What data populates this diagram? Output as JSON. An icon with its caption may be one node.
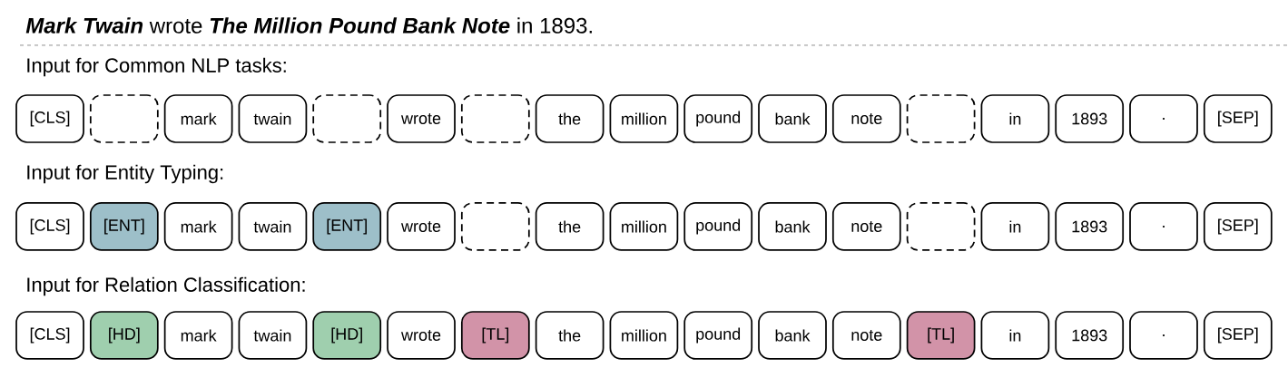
{
  "diagram": {
    "title": "**Mark Twain** wrote **The Million Pound Bank Note** in 1893.",
    "nodes": [
      {
        "text": [
          "[CLS]"
        ]
      },
      {
        "text": [],
        "shape": "box"
      },
      {
        "text": [
          "mark"
        ]
      },
      {
        "text": [
          "twain"
        ]
      },
      {
        "text": [],
        "shape": "box"
      },
      {
        "text": [
          "wrote"
        ]
      },
      {
        "text": [],
        "shape": "box"
      },
      {
        "text": [
          "the"
        ]
      },
      {
        "text": [
          "million"
        ]
      },
      {
        "text": [
          "pound"
        ]
      },
      {
        "text": [
          "bank"
        ]
      },
      {
        "text": [
          "note"
        ]
      },
      {
        "text": [],
        "shape": "box"
      },
      {
        "text": [
          "in"
        ]
      },
      {
        "text": [
          "1893"
        ]
      },
      {
        "text": [
          "."
        ]
      },
      {
        "text": [
          "[SEP]"
        ]
      },
      {
        "text": [
          "[CLS]"
        ]
      },
      {
        "text": [
          "[ENT]"
        ]
      },
      {
        "text": [
          "mark"
        ]
      },
      {
        "text": [
          "twain"
        ]
      },
      {
        "text": [
          "[ENT]"
        ]
      },
      {
        "text": [
          "wrote"
        ]
      },
      {
        "text": [],
        "shape": "box"
      },
      {
        "text": [
          "the"
        ]
      },
      {
        "text": [
          "million"
        ]
      },
      {
        "text": [
          "pound"
        ]
      },
      {
        "text": [
          "bank"
        ]
      },
      {
        "text": [
          "note"
        ]
      },
      {
        "text": [],
        "shape": "box"
      },
      {
        "text": [
          "in"
        ]
      },
      {
        "text": [
          "1893"
        ]
      },
      {
        "text": [
          "."
        ]
      },
      {
        "text": [
          "[SEP]"
        ]
      },
      {
        "text": [
          "[CLS]"
        ]
      },
      {
        "text": [
          "[HD]"
        ]
      },
      {
        "text": [
          "mark"
        ]
      },
      {
        "text": [
          "twain"
        ]
      },
      {
        "text": [
          "[HD]"
        ]
      },
      {
        "text": [
          "wrote"
        ]
      },
      {
        "text": [
          "[TL]"
        ]
      },
      {
        "text": [
          "the"
        ]
      },
      {
        "text": [
          "million"
        ]
      },
      {
        "text": [
          "pound"
        ]
      },
      {
        "text": [
          "bank"
        ]
      },
      {
        "text": [
          "note"
        ]
      },
      {
        "text": [
          "[TL]"
        ]
      },
      {
        "text": [
          "in"
        ]
      },
      {
        "text": [
          "1893"
        ]
      },
      {
        "text": [
          "."
        ]
      },
      {
        "text": [
          "[SEP]"
        ]
      }
    ],
    "labels": [
      "Input for Common NLP tasks:",
      "Input for Entity Typing:",
      "Input for Relation Classification:"
    ]
  }
}
